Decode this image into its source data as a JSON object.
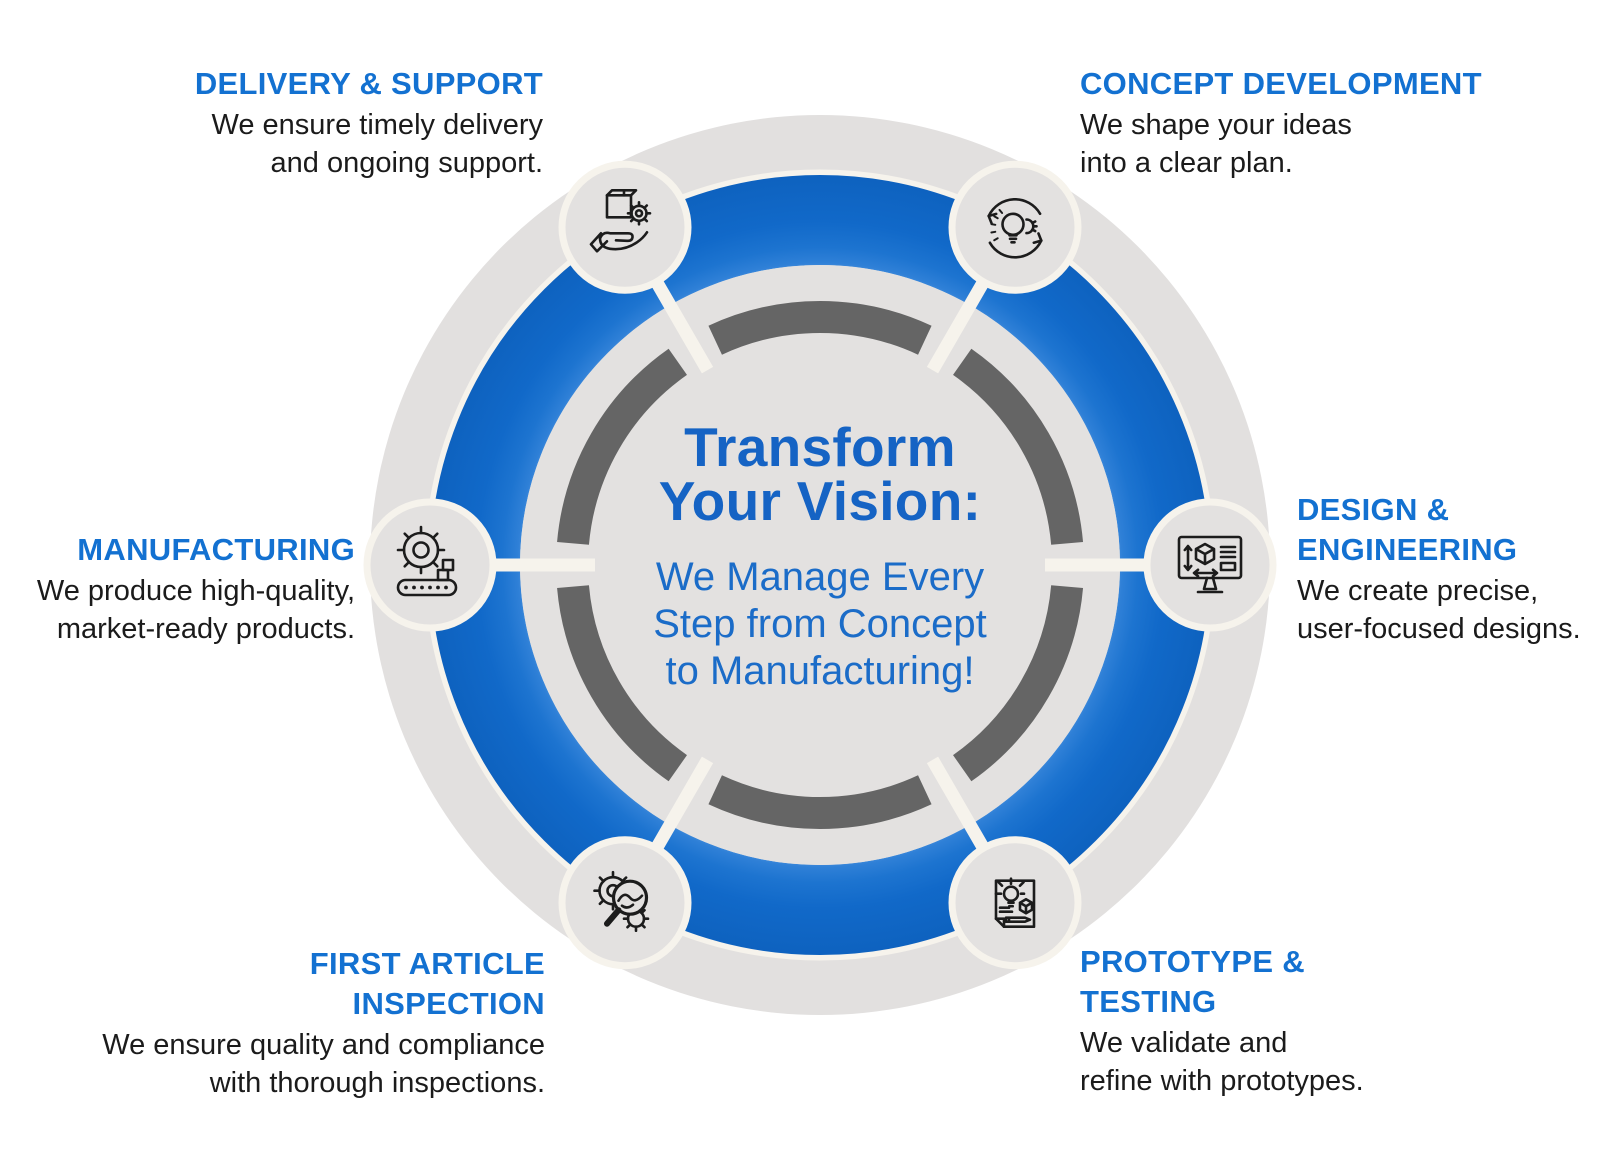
{
  "center": {
    "heading_lines": [
      "Transform",
      "Your Vision:"
    ],
    "subtitle_lines": [
      "We Manage Every",
      "Step from Concept",
      "to Manufacturing!"
    ]
  },
  "stages": [
    {
      "name": "concept-development",
      "position": "top-right",
      "title_lines": [
        "CONCEPT DEVELOPMENT"
      ],
      "description_lines": [
        "We shape your ideas",
        "into a clear plan."
      ],
      "icon": "lightbulb-gear-cycle-icon"
    },
    {
      "name": "design-engineering",
      "position": "right",
      "title_lines": [
        "DESIGN &",
        "ENGINEERING"
      ],
      "description_lines": [
        "We create precise,",
        "user-focused designs."
      ],
      "icon": "cad-monitor-icon"
    },
    {
      "name": "prototype-testing",
      "position": "bottom-right",
      "title_lines": [
        "PROTOTYPE &",
        "TESTING"
      ],
      "description_lines": [
        "We validate and",
        "refine with prototypes."
      ],
      "icon": "blueprint-prototype-icon"
    },
    {
      "name": "first-article-inspection",
      "position": "bottom-left",
      "title_lines": [
        "FIRST ARTICLE",
        "INSPECTION"
      ],
      "description_lines": [
        "We ensure quality and compliance",
        "with thorough inspections."
      ],
      "icon": "magnifier-gear-icon"
    },
    {
      "name": "manufacturing",
      "position": "left",
      "title_lines": [
        "MANUFACTURING"
      ],
      "description_lines": [
        "We produce high-quality,",
        "market-ready products."
      ],
      "icon": "gear-conveyor-icon"
    },
    {
      "name": "delivery-support",
      "position": "top-left",
      "title_lines": [
        "DELIVERY & SUPPORT"
      ],
      "description_lines": [
        "We ensure timely delivery",
        "and ongoing support."
      ],
      "icon": "hand-box-gear-icon"
    }
  ],
  "colors": {
    "stage_title_blue": "#1371D1",
    "body_text": "#1B1B1B",
    "center_heading_blue": "#1563C4",
    "center_subtitle_blue": "#1B6CC8",
    "ring_blue": "#1169C9",
    "outer_ring_gray": "#E2E0DF",
    "inner_disk_gray": "#E3E1E0",
    "dark_segment_ring": "#656565",
    "spoke_cream": "#F6F3EC",
    "icon_stroke": "#1C1C1C",
    "background": "#FFFFFF"
  }
}
